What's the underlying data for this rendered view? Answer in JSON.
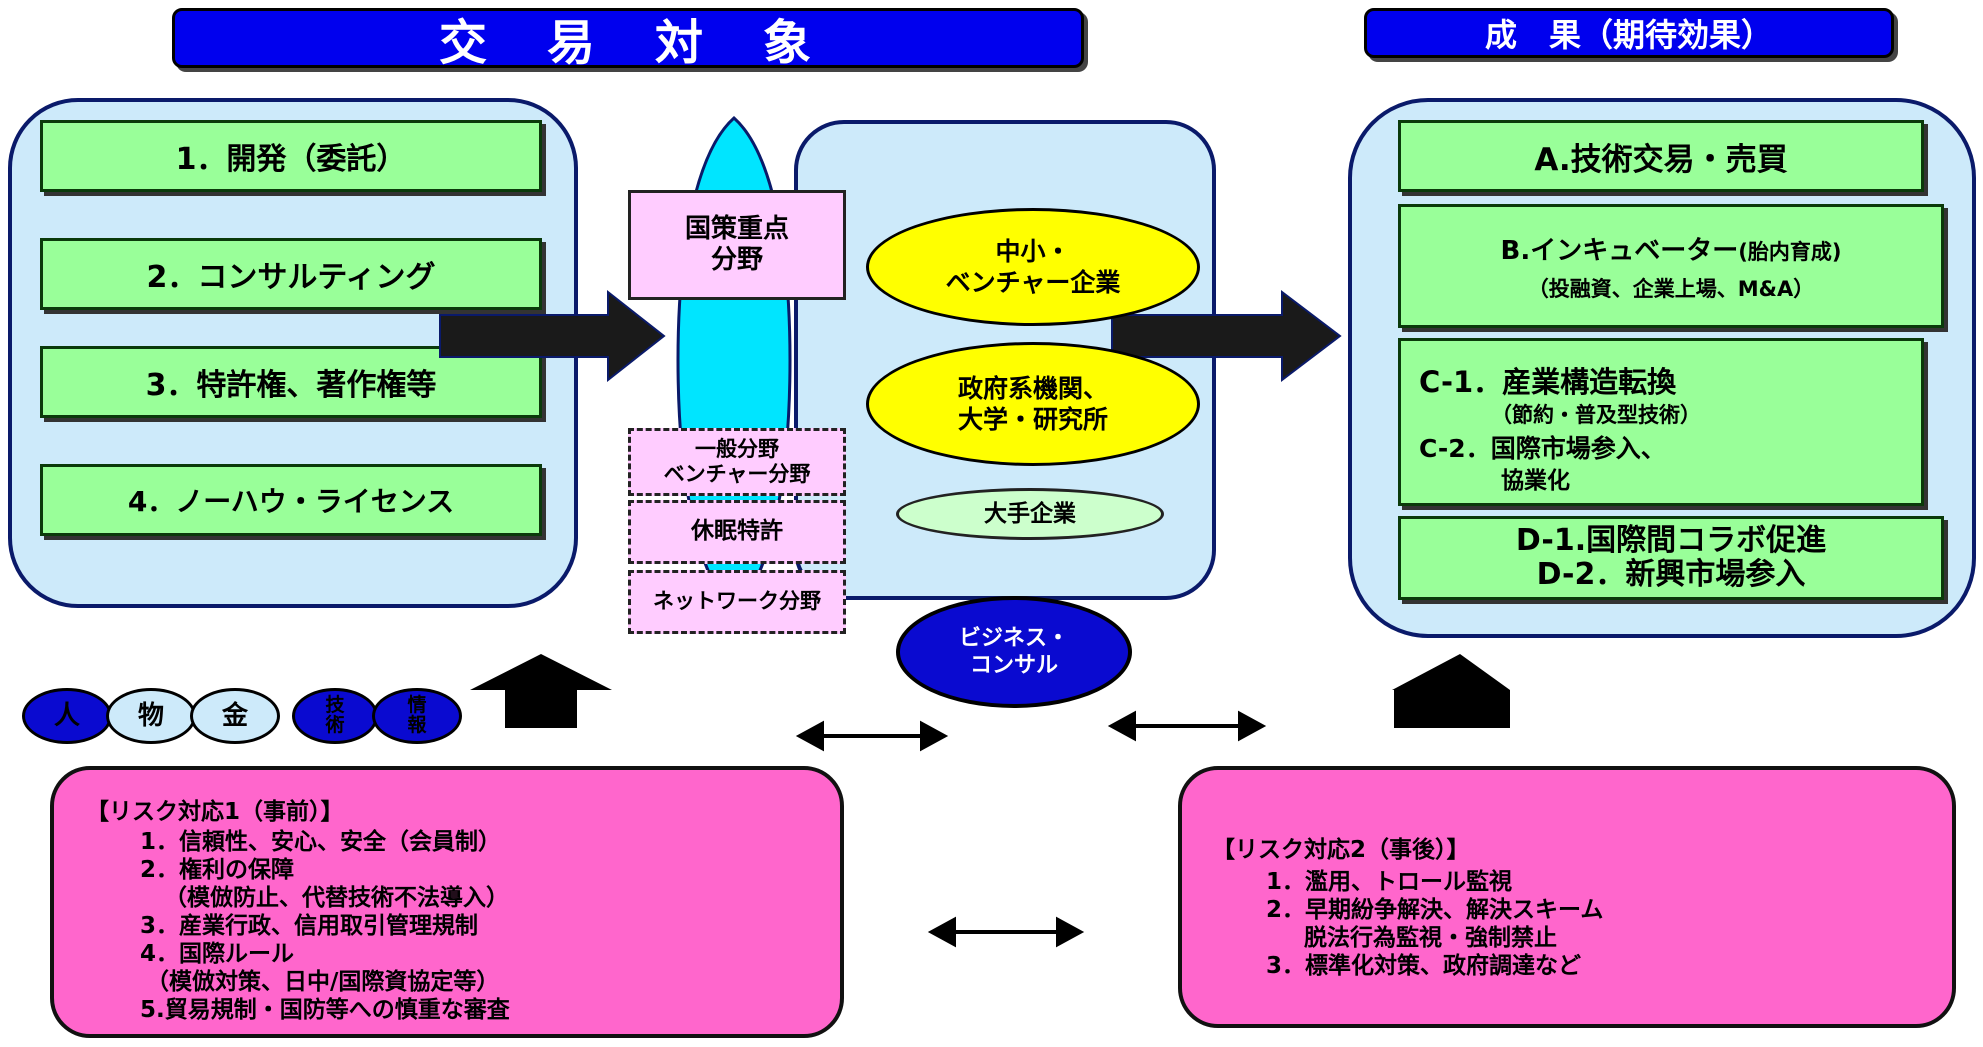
{
  "headers": {
    "left": "交　易　対　象",
    "right": "成　果（期待効果）"
  },
  "left_items": [
    "1．開発（委託）",
    "2．コンサルティング",
    "3．特許権、著作権等",
    "4．ノーハウ・ライセンス"
  ],
  "middle": {
    "national": "国策重点\n分野",
    "general": "一般分野\nベンチャー分野",
    "dormant": "休眠特許",
    "network": "ネットワーク分野",
    "sme": "中小・\nベンチャー企業",
    "gov": "政府系機関、\n大学・研究所",
    "large": "大手企業",
    "consul": "ビジネス・\nコンサル"
  },
  "outcomes": {
    "a": "A.技術交易・売買",
    "b_title": "B.インキュベーター",
    "b_sub1": "(胎内育成)",
    "b_sub2": "（投融資、企業上場、M&A）",
    "c1": "C-1．産業構造転換",
    "c1_sub": "（節約・普及型技術）",
    "c2": "C-2．国際市場参入、",
    "c2_sub": "協業化",
    "d1": "D-1.国際間コラボ促進",
    "d2": "D-2．新興市場参入"
  },
  "resources": [
    "人",
    "物",
    "金",
    "技\n術",
    "情\n報"
  ],
  "risk1": {
    "title": "【リスク対応1（事前）】",
    "lines": [
      "1．信頼性、安心、安全（会員制）",
      "2．権利の保障",
      "（模倣防止、代替技術不法導入）",
      "3．産業行政、信用取引管理規制",
      "4．国際ルール",
      "（模倣対策、日中/国際資協定等）",
      "5.貿易規制・国防等への慎重な審査"
    ]
  },
  "risk2": {
    "title": "【リスク対応2（事後）】",
    "lines": [
      "1．濫用、トロール監視",
      "2．早期紛争解決、解決スキーム",
      "脱法行為監視・強制禁止",
      "3．標準化対策、政府調達など"
    ]
  },
  "colors": {
    "header_blue": "#0000ee",
    "panel_blue": "#cdeafa",
    "green": "#99ff99",
    "pink": "#ffccff",
    "yellow": "#ffff00",
    "risk_pink": "#ff66cc",
    "cyan": "#00e5ff",
    "navy": "#0a0ad0"
  }
}
